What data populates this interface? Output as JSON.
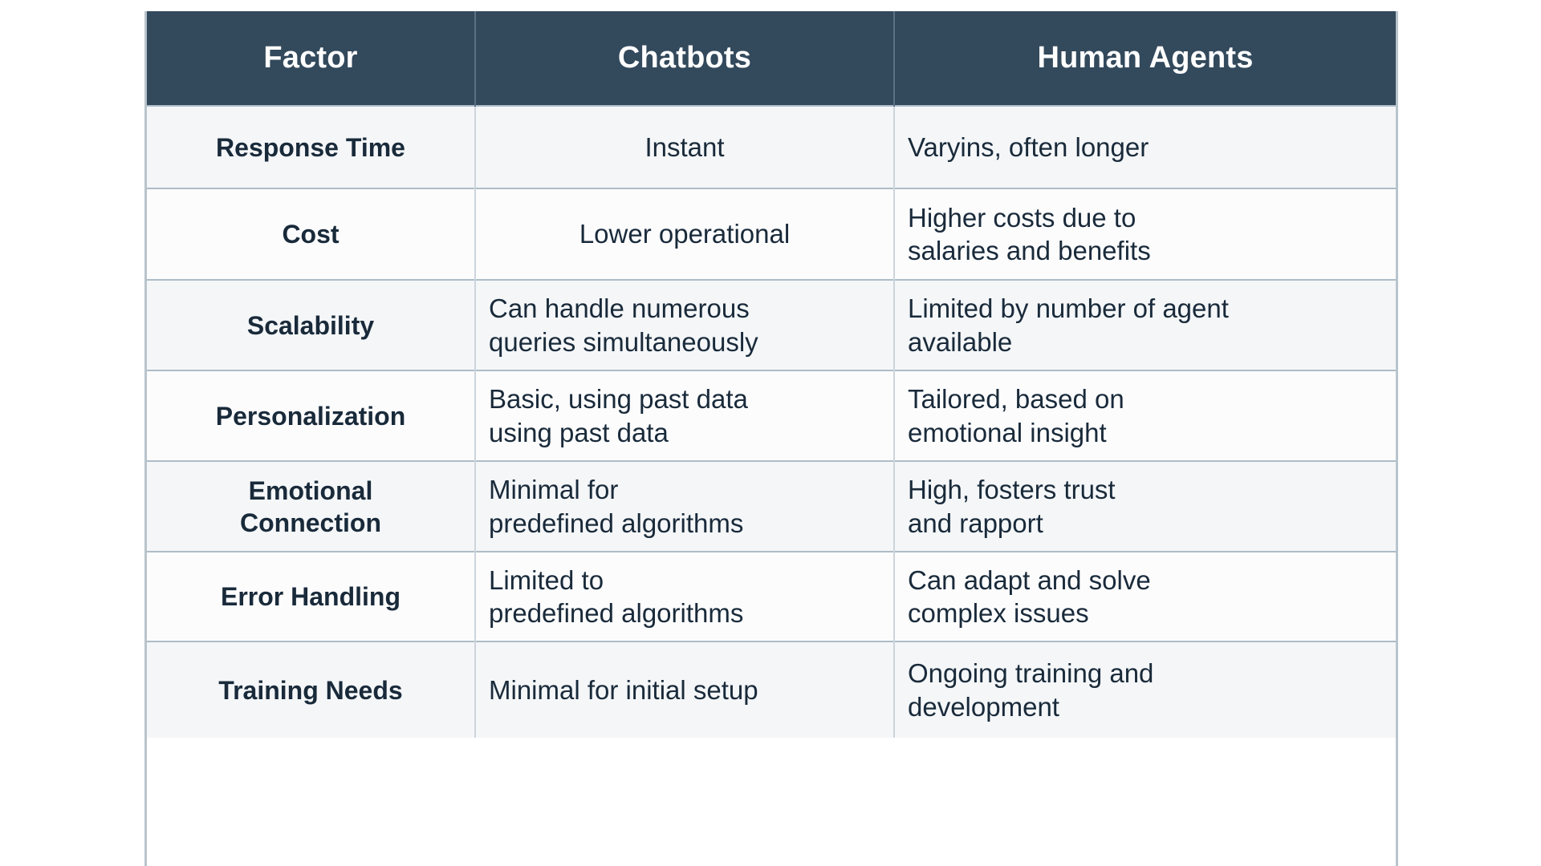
{
  "table": {
    "columns": [
      "Factor",
      "Chatbots",
      "Human Agents"
    ],
    "rows": [
      {
        "factor": "Response Time",
        "chatbots": "Instant",
        "humans": "Varyins, often longer"
      },
      {
        "factor": "Cost",
        "chatbots": "Lower operational",
        "humans": "Higher costs due to\nsalaries and benefits"
      },
      {
        "factor": "Scalability",
        "chatbots": "Can handle numerous\nqueries simultaneously",
        "humans": "Limited by number of agent\navailable"
      },
      {
        "factor": "Personalization",
        "chatbots": "Basic, using past data\nusing past data",
        "humans": "Tailored, based on\nemotional insight"
      },
      {
        "factor": "Emotional\nConnection",
        "chatbots": "Minimal for\npredefined algorithms",
        "humans": "High, fosters trust\nand rapport"
      },
      {
        "factor": "Error Handling",
        "chatbots": "Limited to\npredefined algorithms",
        "humans": "Can adapt and solve\ncomplex issues"
      },
      {
        "factor": "Training Needs",
        "chatbots": "Minimal for initial setup",
        "humans": "Ongoing training and\ndevelopment"
      }
    ]
  },
  "colors": {
    "header_bg": "#33495c",
    "header_text": "#ffffff",
    "row_odd_bg": "#f4f6f8",
    "row_even_bg": "#fcfcfd",
    "body_text": "#192a3a",
    "grid_line": "#ccd5dc",
    "outer_border": "#b9c4cc"
  }
}
